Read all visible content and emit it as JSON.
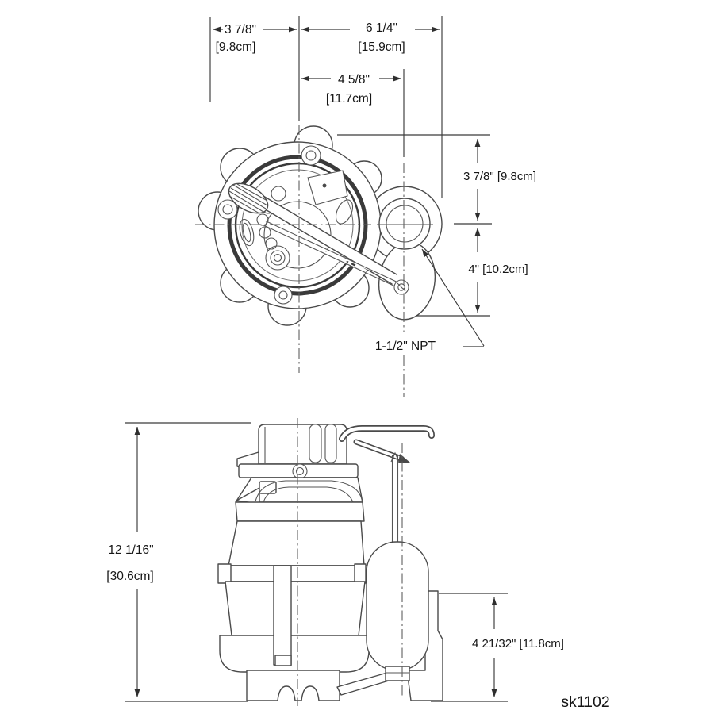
{
  "drawing": {
    "drawing_number": "sk1102",
    "top_view": {
      "dim_width_left_in": "3 7/8\"",
      "dim_width_left_cm": "[9.8cm]",
      "dim_width_right_in": "6 1/4\"",
      "dim_width_right_cm": "[15.9cm]",
      "dim_center_to_port_in": "4 5/8\"",
      "dim_center_to_port_cm": "[11.7cm]",
      "dim_top_to_port_center": "3 7/8\" [9.8cm]",
      "dim_port_center_to_bottom": "4\" [10.2cm]",
      "discharge_label": "1-1/2\" NPT"
    },
    "side_view": {
      "dim_overall_height_in": "12 1/16\"",
      "dim_overall_height_cm": "[30.6cm]",
      "dim_float_height": "4 21/32\" [11.8cm]"
    },
    "colors": {
      "line": "#4a4a4a",
      "gasket_ring": "#3a3a3a",
      "background": "#ffffff",
      "text": "#161616"
    }
  }
}
